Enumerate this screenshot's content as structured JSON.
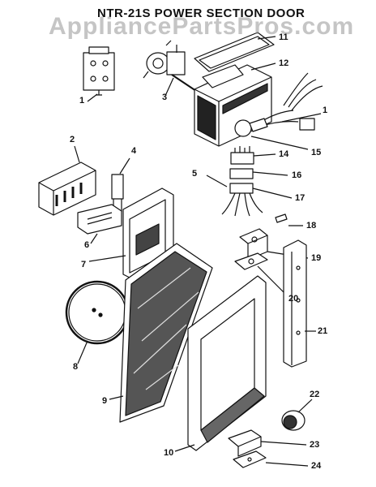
{
  "diagram": {
    "title": "NTR-21S POWER SECTION DOOR",
    "watermark": "AppliancePartsPros.com",
    "fine_print": "",
    "callouts": [
      {
        "id": "c1a",
        "text": "1"
      },
      {
        "id": "c1b",
        "text": "1"
      },
      {
        "id": "c2",
        "text": "2"
      },
      {
        "id": "c3",
        "text": "3"
      },
      {
        "id": "c4",
        "text": "4"
      },
      {
        "id": "c5",
        "text": "5"
      },
      {
        "id": "c6",
        "text": "6"
      },
      {
        "id": "c7",
        "text": "7"
      },
      {
        "id": "c8",
        "text": "8"
      },
      {
        "id": "c9",
        "text": "9"
      },
      {
        "id": "c10",
        "text": "10"
      },
      {
        "id": "c11",
        "text": "11"
      },
      {
        "id": "c12",
        "text": "12"
      },
      {
        "id": "c14",
        "text": "14"
      },
      {
        "id": "c15",
        "text": "15"
      },
      {
        "id": "c16",
        "text": "16"
      },
      {
        "id": "c17",
        "text": "17"
      },
      {
        "id": "c18",
        "text": "18"
      },
      {
        "id": "c19",
        "text": "19"
      },
      {
        "id": "c20",
        "text": "20"
      },
      {
        "id": "c21",
        "text": "21"
      },
      {
        "id": "c22",
        "text": "22"
      },
      {
        "id": "c23",
        "text": "23"
      },
      {
        "id": "c24",
        "text": "24"
      }
    ]
  }
}
